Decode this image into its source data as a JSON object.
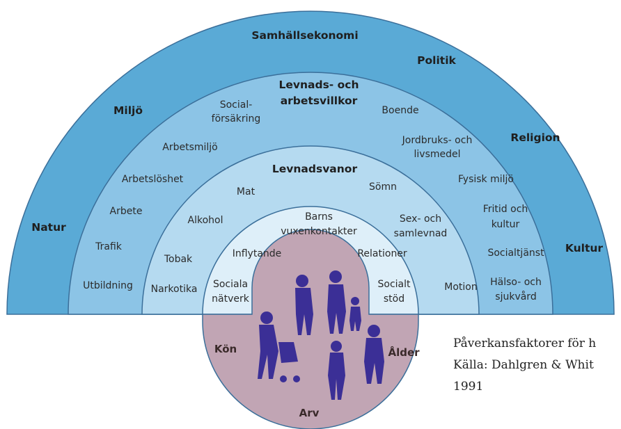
{
  "outer_ring": {
    "samhallsekonomi": "Samhällsekonomi",
    "politik": "Politik",
    "miljo": "Miljö",
    "religion": "Religion",
    "natur": "Natur",
    "kultur": "Kultur",
    "color": "#5aaad6"
  },
  "ring2": {
    "title_line1": "Levnads- och",
    "title_line2": "arbetsvillkor",
    "social_line1": "Social-",
    "social_line2": "försäkring",
    "boende": "Boende",
    "arbetsmiljo": "Arbetsmiljö",
    "jordbruk_line1": "Jordbruks- och",
    "jordbruk_line2": "livsmedel",
    "arbetsloshet": "Arbetslöshet",
    "fysisk": "Fysisk miljö",
    "arbete": "Arbete",
    "fritid_line1": "Fritid och",
    "fritid_line2": "kultur",
    "trafik": "Trafik",
    "socialtjanst": "Socialtjänst",
    "utbildning": "Utbildning",
    "halso_line1": "Hälso- och",
    "halso_line2": "sjukvård",
    "color": "#8cc4e6"
  },
  "ring3": {
    "title": "Levnadsvanor",
    "mat": "Mat",
    "somn": "Sömn",
    "alkohol": "Alkohol",
    "sex_line1": "Sex- och",
    "sex_line2": "samlevnad",
    "tobak": "Tobak",
    "narkotika": "Narkotika",
    "motion": "Motion",
    "color": "#b5daf0"
  },
  "ring4": {
    "barns_line1": "Barns",
    "barns_line2": "vuxenkontakter",
    "inflytande": "Inflytande",
    "relationer": "Relationer",
    "sociala_line1": "Sociala",
    "sociala_line2": "nätverk",
    "socialt_line1": "Socialt",
    "socialt_line2": "stöd",
    "color": "#deeff9"
  },
  "core": {
    "kon": "Kön",
    "alder": "Ålder",
    "arv": "Arv",
    "color": "#c1a5b4",
    "silhouette_color": "#3b2f96"
  },
  "caption": {
    "line1": "Påverkansfaktorer för h",
    "line2": "Källa: Dahlgren & Whit",
    "line3": "1991"
  }
}
